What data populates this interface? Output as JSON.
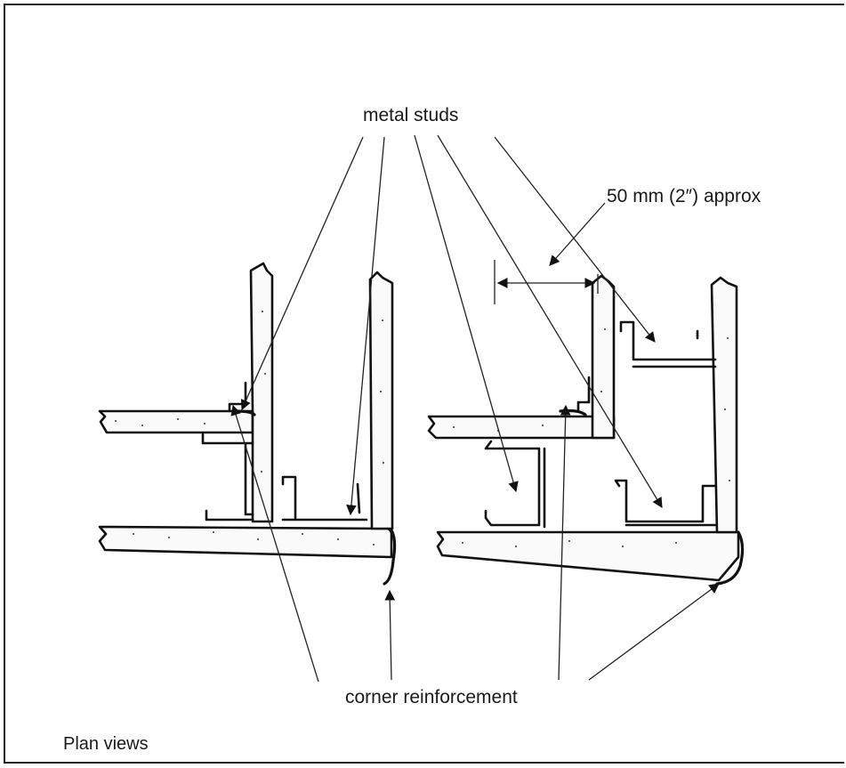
{
  "labels": {
    "metal_studs": "metal studs",
    "dimension": "50 mm (2″) approx",
    "corner_reinforcement": "corner reinforcement",
    "caption": "Plan views"
  }
}
